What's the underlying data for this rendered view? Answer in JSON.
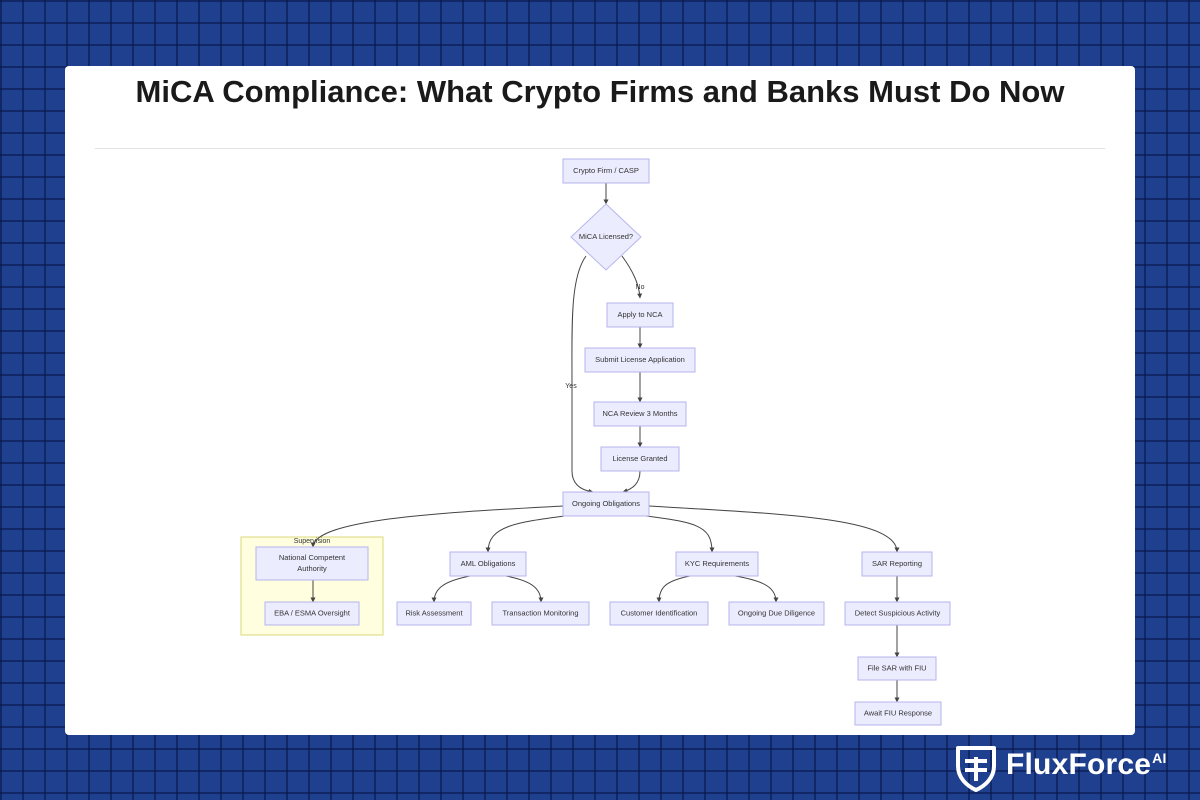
{
  "page": {
    "title": "MiCA Compliance: What Crypto Firms and Banks Must Do Now"
  },
  "diagram": {
    "nodes": {
      "casp": "Crypto Firm / CASP",
      "licensed": "MiCA Licensed?",
      "apply": "Apply to NCA",
      "submit": "Submit License Application",
      "review": "NCA Review 3 Months",
      "granted": "License Granted",
      "ongoing": "Ongoing Obligations",
      "nca": [
        "National Competent",
        "Authority"
      ],
      "eba": "EBA / ESMA Oversight",
      "aml": "AML Obligations",
      "risk": "Risk Assessment",
      "txmon": "Transaction Monitoring",
      "kyc": "KYC Requirements",
      "custid": "Customer Identification",
      "odd": "Ongoing Due Diligence",
      "sar": "SAR Reporting",
      "detect": "Detect Suspicious Activity",
      "file": "File SAR with FIU",
      "await": "Await FIU Response"
    },
    "edge_labels": {
      "no": "No",
      "yes": "Yes"
    },
    "group_label": "Supervision"
  },
  "brand": {
    "name": "FluxForce",
    "suffix": "AI"
  },
  "colors": {
    "background": "#1f3f8f",
    "node_fill": "#ececff",
    "node_stroke": "#b5b5ee",
    "group_fill": "#fffedf",
    "group_stroke": "#d8d87a"
  }
}
